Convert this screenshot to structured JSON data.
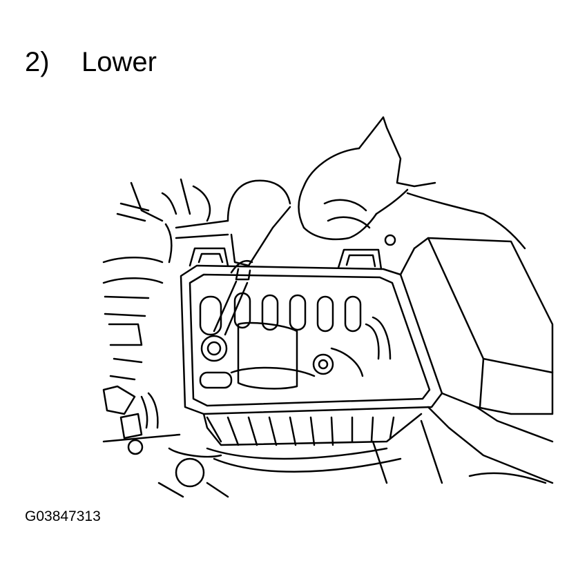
{
  "step": {
    "number": "2)",
    "label": "Lower"
  },
  "figure_id": "G03847313",
  "colors": {
    "ink": "#000000",
    "paper": "#ffffff"
  }
}
